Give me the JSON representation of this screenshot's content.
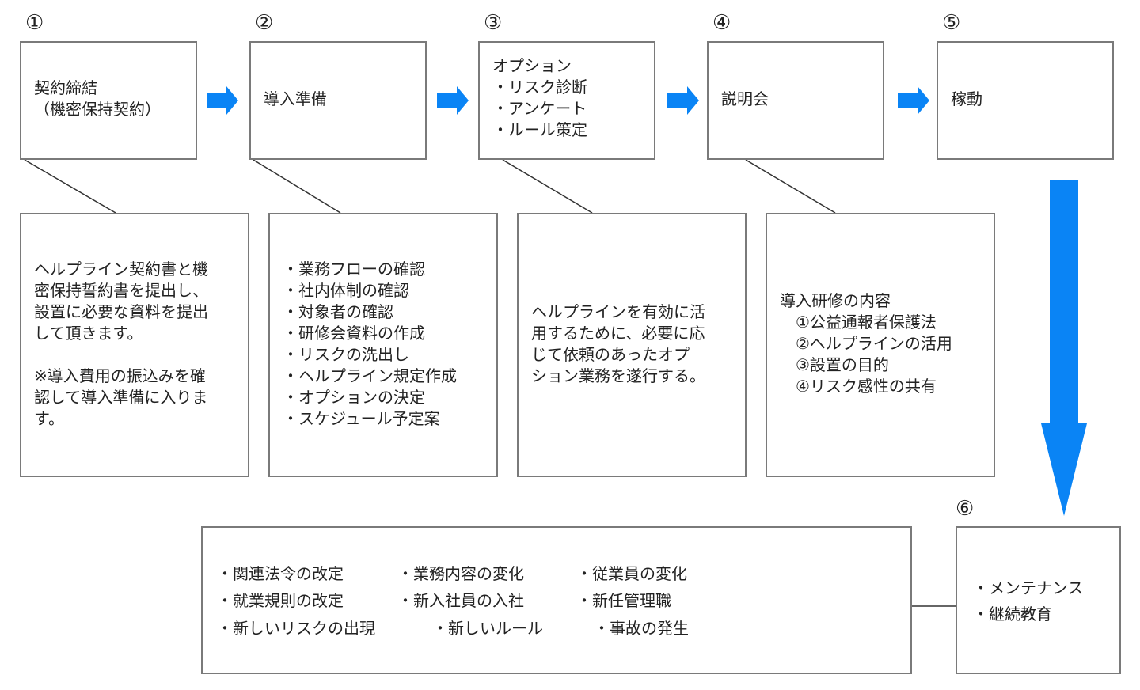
{
  "steps": [
    {
      "num": "①",
      "lines": [
        "契約締結",
        "（機密保持契約）"
      ]
    },
    {
      "num": "②",
      "lines": [
        "導入準備"
      ]
    },
    {
      "num": "③",
      "lines": [
        "オプション",
        "・リスク診断",
        "・アンケート",
        "・ルール策定"
      ]
    },
    {
      "num": "④",
      "lines": [
        "説明会"
      ]
    },
    {
      "num": "⑤",
      "lines": [
        "稼動"
      ]
    }
  ],
  "details": [
    {
      "lines": [
        "ヘルプライン契約書と機",
        "密保持誓約書を提出し、",
        "設置に必要な資料を提出",
        "して頂きます。",
        "",
        "※導入費用の振込みを確",
        "認して導入準備に入りま",
        "す。"
      ]
    },
    {
      "lines": [
        "・業務フローの確認",
        "・社内体制の確認",
        "・対象者の確認",
        "・研修会資料の作成",
        "・リスクの洗出し",
        "・ヘルプライン規定作成",
        "・オプションの決定",
        "・スケジュール予定案"
      ]
    },
    {
      "lines": [
        "ヘルプラインを有効に活",
        "用するために、必要に応",
        "じて依頼のあったオプ",
        "ション業務を遂行する。"
      ]
    },
    {
      "lines": [
        "導入研修の内容",
        "　①公益通報者保護法",
        "　②ヘルプラインの活用",
        "　③設置の目的",
        "　④リスク感性の共有"
      ]
    }
  ],
  "maintenance_triggers": [
    [
      "・関連法令の改定",
      "・業務内容の変化",
      "・従業員の変化"
    ],
    [
      "・就業規則の改定",
      "・新入社員の入社",
      "・新任管理職"
    ],
    [
      "・新しいリスクの出現",
      "・新しいルール",
      "・事故の発生"
    ]
  ],
  "step6": {
    "num": "⑥",
    "lines": [
      "・メンテナンス",
      "・継続教育"
    ]
  },
  "colors": {
    "arrow": "#0a84f5",
    "border": "#7a7a7a",
    "line": "#333333"
  }
}
